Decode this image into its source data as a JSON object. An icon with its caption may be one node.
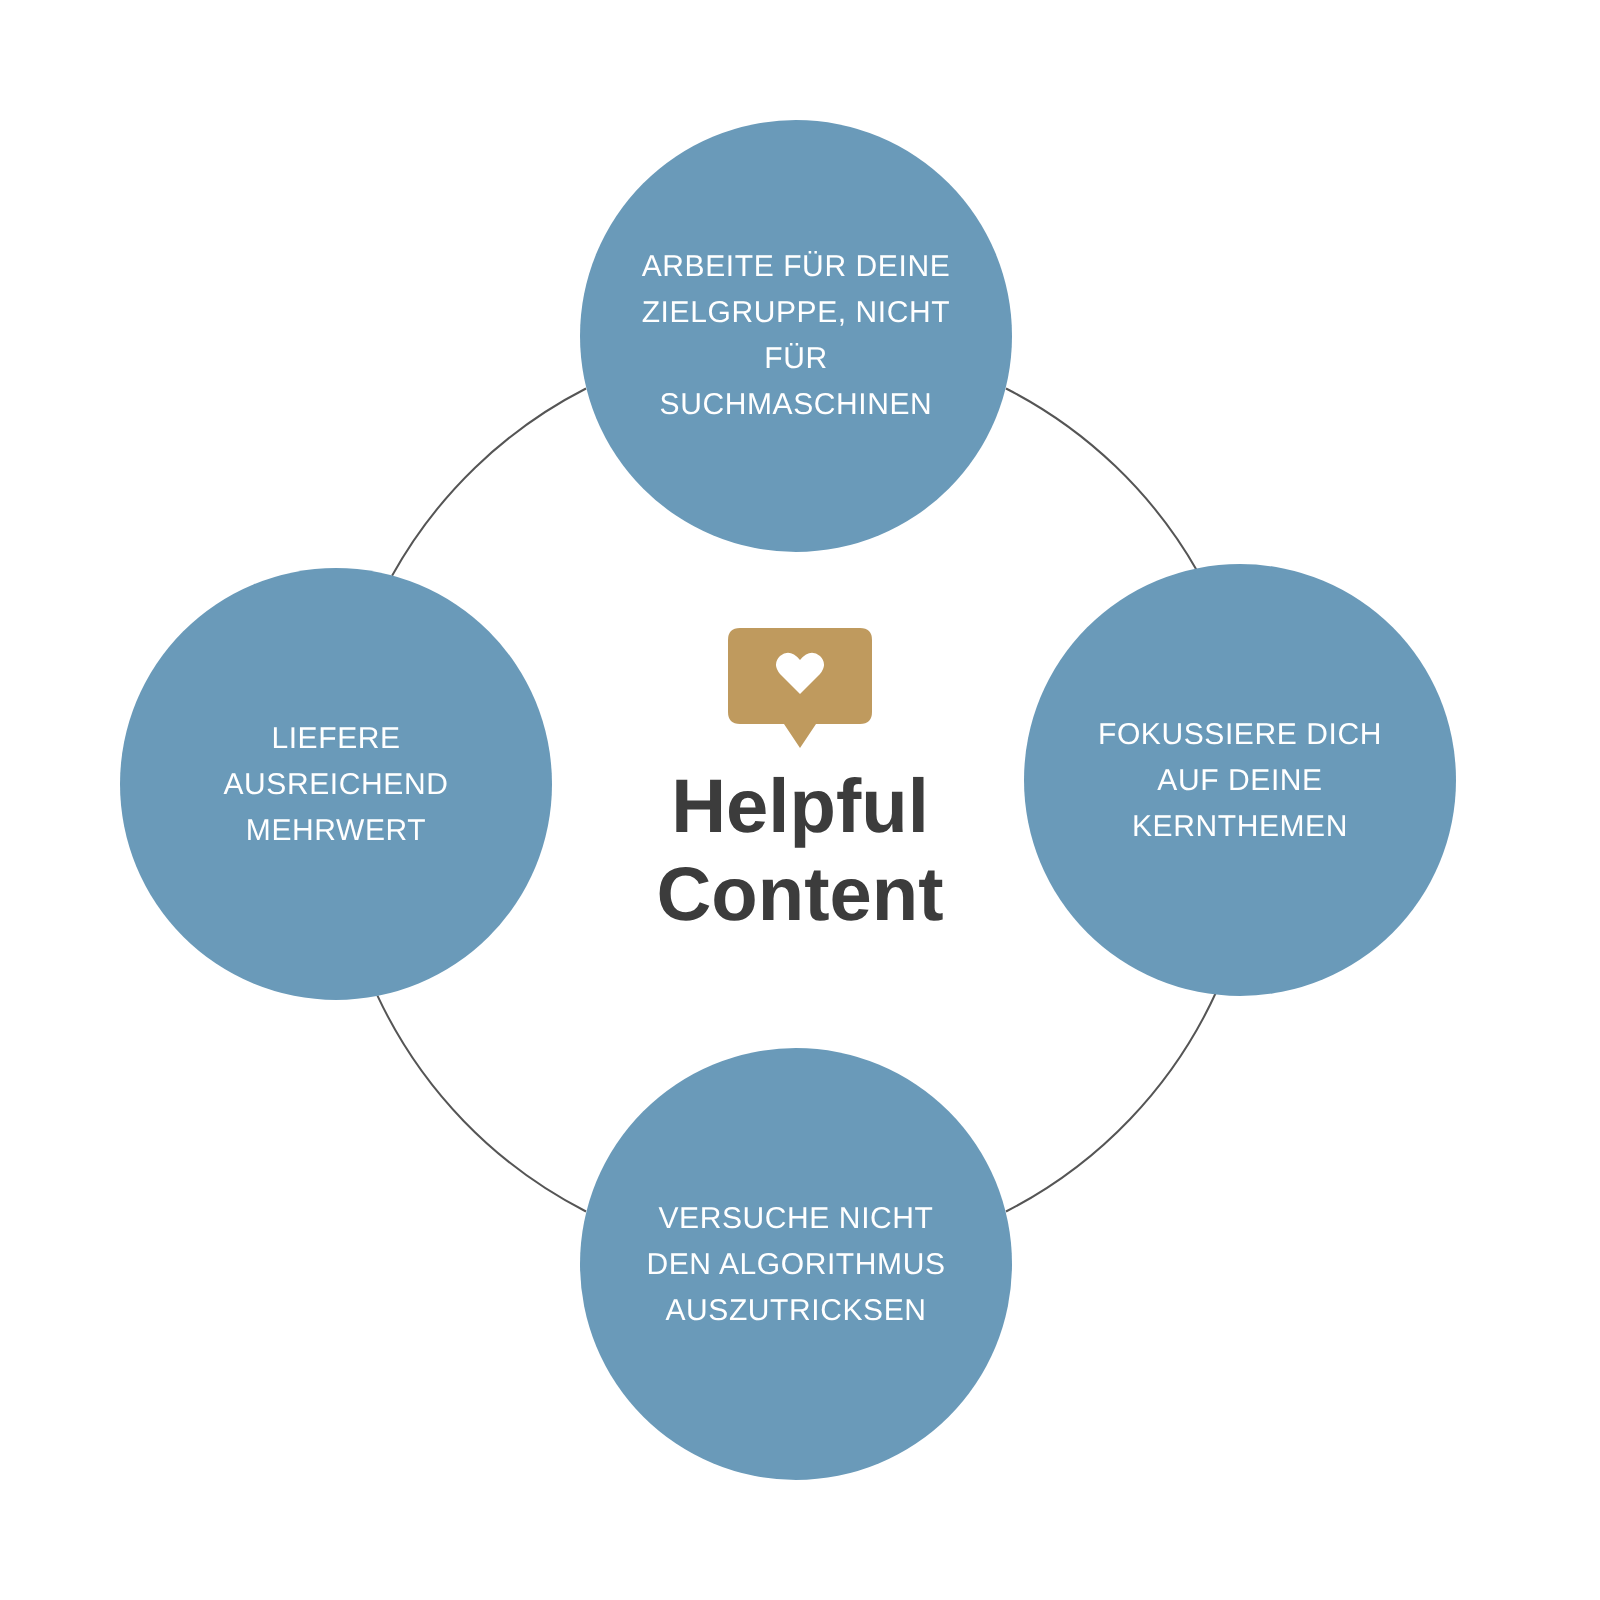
{
  "diagram": {
    "title": "Helpful Content",
    "nodes": [
      {
        "text": [
          "ARBEITE FÜR DEINE ZIELGRUPPE, NICHT FÜR SUCHMASCHINEN"
        ]
      },
      {
        "text": [
          "LIEFERE AUSREICHEND MEHRWERT"
        ]
      },
      {
        "text": [
          "FOKUSSIERE DICH AUF DEINE KERNTHEMEN"
        ]
      },
      {
        "text": [
          "VERSUCHE NICHT DEN ALGORITHMUS AUSZUTRICKSEN"
        ]
      }
    ],
    "edges": [
      {
        "from": 0,
        "to": 2,
        "arrow": "none"
      },
      {
        "from": 2,
        "to": 3,
        "arrow": "none"
      },
      {
        "from": 3,
        "to": 1,
        "arrow": "none"
      },
      {
        "from": 1,
        "to": 0,
        "arrow": "none"
      }
    ]
  }
}
